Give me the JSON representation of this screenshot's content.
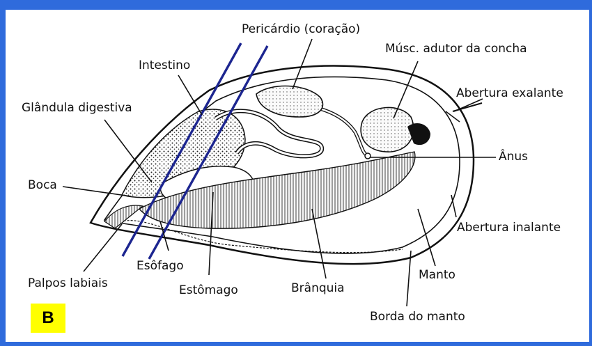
{
  "panel_label": "B",
  "labels": {
    "pericardio": "Pericárdio (coração)",
    "musc_adutor": "Músc. adutor da concha",
    "intestino": "Intestino",
    "glandula": "Glândula digestiva",
    "abertura_exalante": "Abertura exalante",
    "anus": "Ânus",
    "boca": "Boca",
    "abertura_inalante": "Abertura inalante",
    "palpos": "Palpos labiais",
    "esofago": "Esôfago",
    "estomago": "Estômago",
    "branquia": "Brânquia",
    "manto": "Manto",
    "borda_manto": "Borda do manto"
  },
  "colors": {
    "frame": "#2f6bdc",
    "section_lines": "#1c2590",
    "badge": "#ffff00"
  }
}
